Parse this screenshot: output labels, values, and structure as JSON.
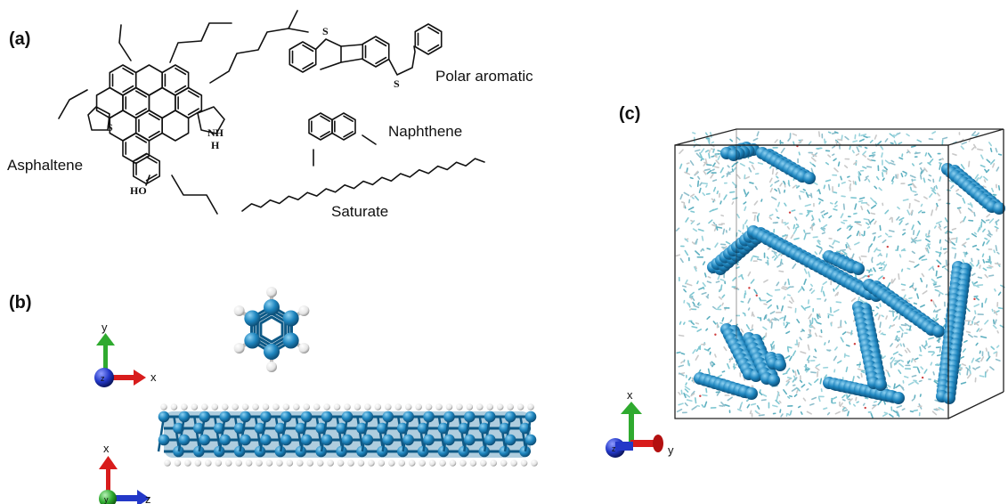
{
  "panels": {
    "a": "(a)",
    "b": "(b)",
    "c": "(c)"
  },
  "molecules": {
    "asphaltene": "Asphaltene",
    "polar_aromatic": "Polar aromatic",
    "naphthene": "Naphthene",
    "saturate": "Saturate"
  },
  "atoms": {
    "s1": "S",
    "s2": "S",
    "s3": "S",
    "nh": "NH",
    "h": "H",
    "ho": "HO"
  },
  "axes": {
    "view1": {
      "vertical": "y",
      "horizontal": "x",
      "center": "z"
    },
    "view2": {
      "vertical": "x",
      "horizontal": "z",
      "center": "y"
    },
    "view3": {
      "vertical": "x",
      "horizontal": "y",
      "center": "z"
    }
  },
  "colors": {
    "carbon": "#1f86bf",
    "hydrogen": "#f2f2f2",
    "solvent": "#7fc7d2",
    "axis_x": "#d81c1c",
    "axis_y": "#2faa2f",
    "axis_z": "#2338c8"
  }
}
